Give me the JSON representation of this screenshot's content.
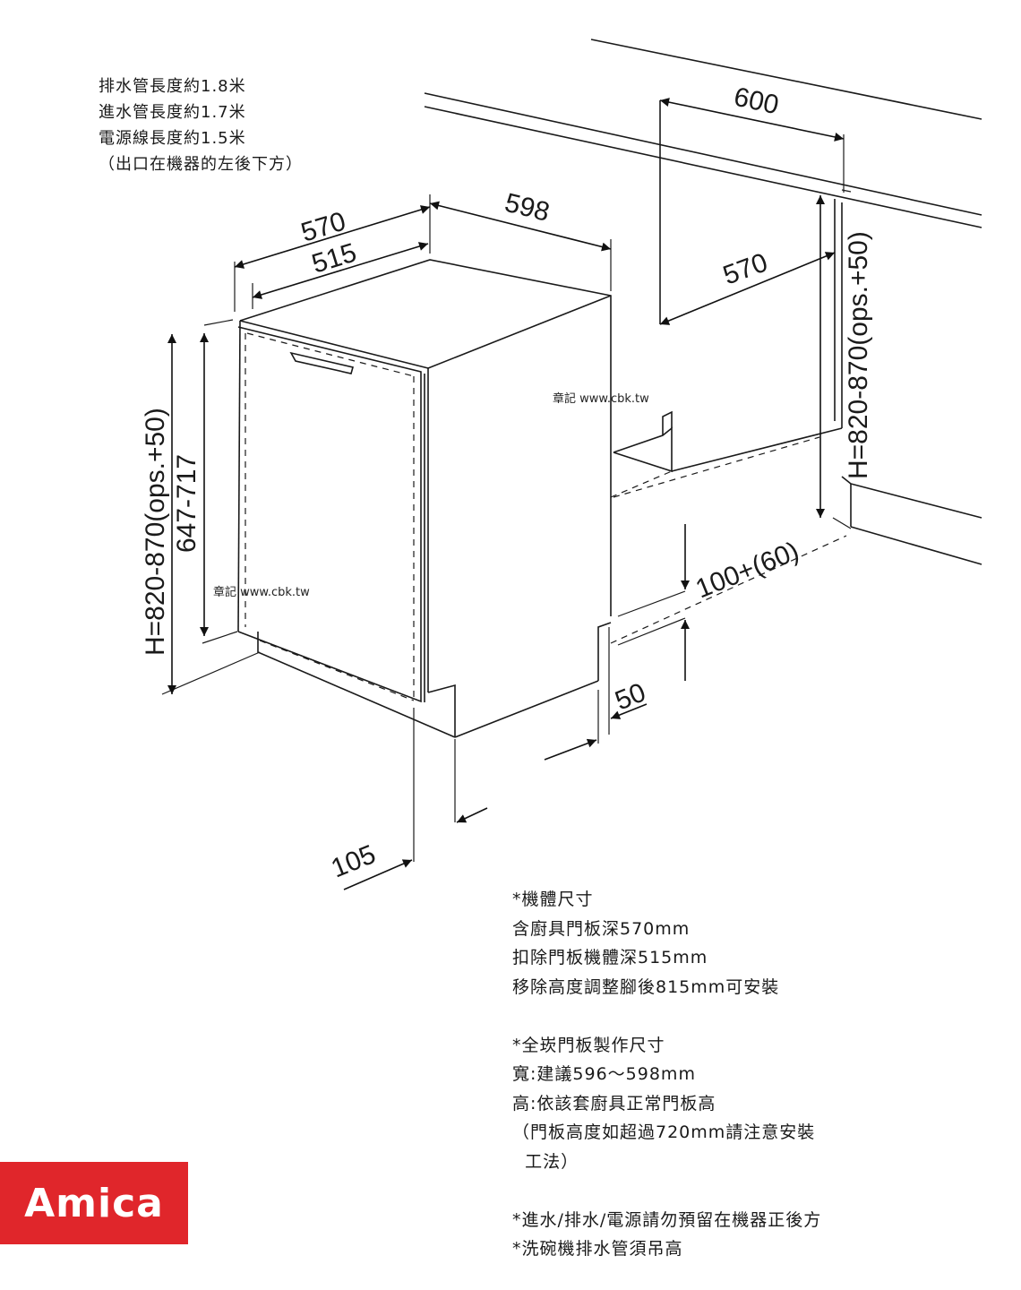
{
  "notes_top": [
    "排水管長度約1.8米",
    "進水管長度約1.7米",
    "電源線長度約1.5米",
    "（出口在機器的左後下方）"
  ],
  "dimensions": {
    "d570_top": "570",
    "d515": "515",
    "d598": "598",
    "d600": "600",
    "d570_right": "570",
    "h_left": "H=820-870(ops.+50)",
    "h_inner": "647-717",
    "h_right": "H=820-870(ops.+50)",
    "plinth": "100+(60)",
    "d50": "50",
    "d105": "105"
  },
  "watermarks": [
    "章記 www.cbk.tw",
    "章記 www.cbk.tw"
  ],
  "notes_bottom": [
    "*機體尺寸",
    "含廚具門板深570mm",
    "扣除門板機體深515mm",
    "移除高度調整腳後815mm可安裝",
    "",
    "*全崁門板製作尺寸",
    "寬:建議596～598mm",
    "高:依該套廚具正常門板高",
    "（門板高度如超過720mm請注意安裝",
    "  工法）",
    "",
    "*進水/排水/電源請勿預留在機器正後方",
    "*洗碗機排水管須吊高"
  ],
  "logo": {
    "text": "Amica",
    "color": "#e0262b"
  }
}
